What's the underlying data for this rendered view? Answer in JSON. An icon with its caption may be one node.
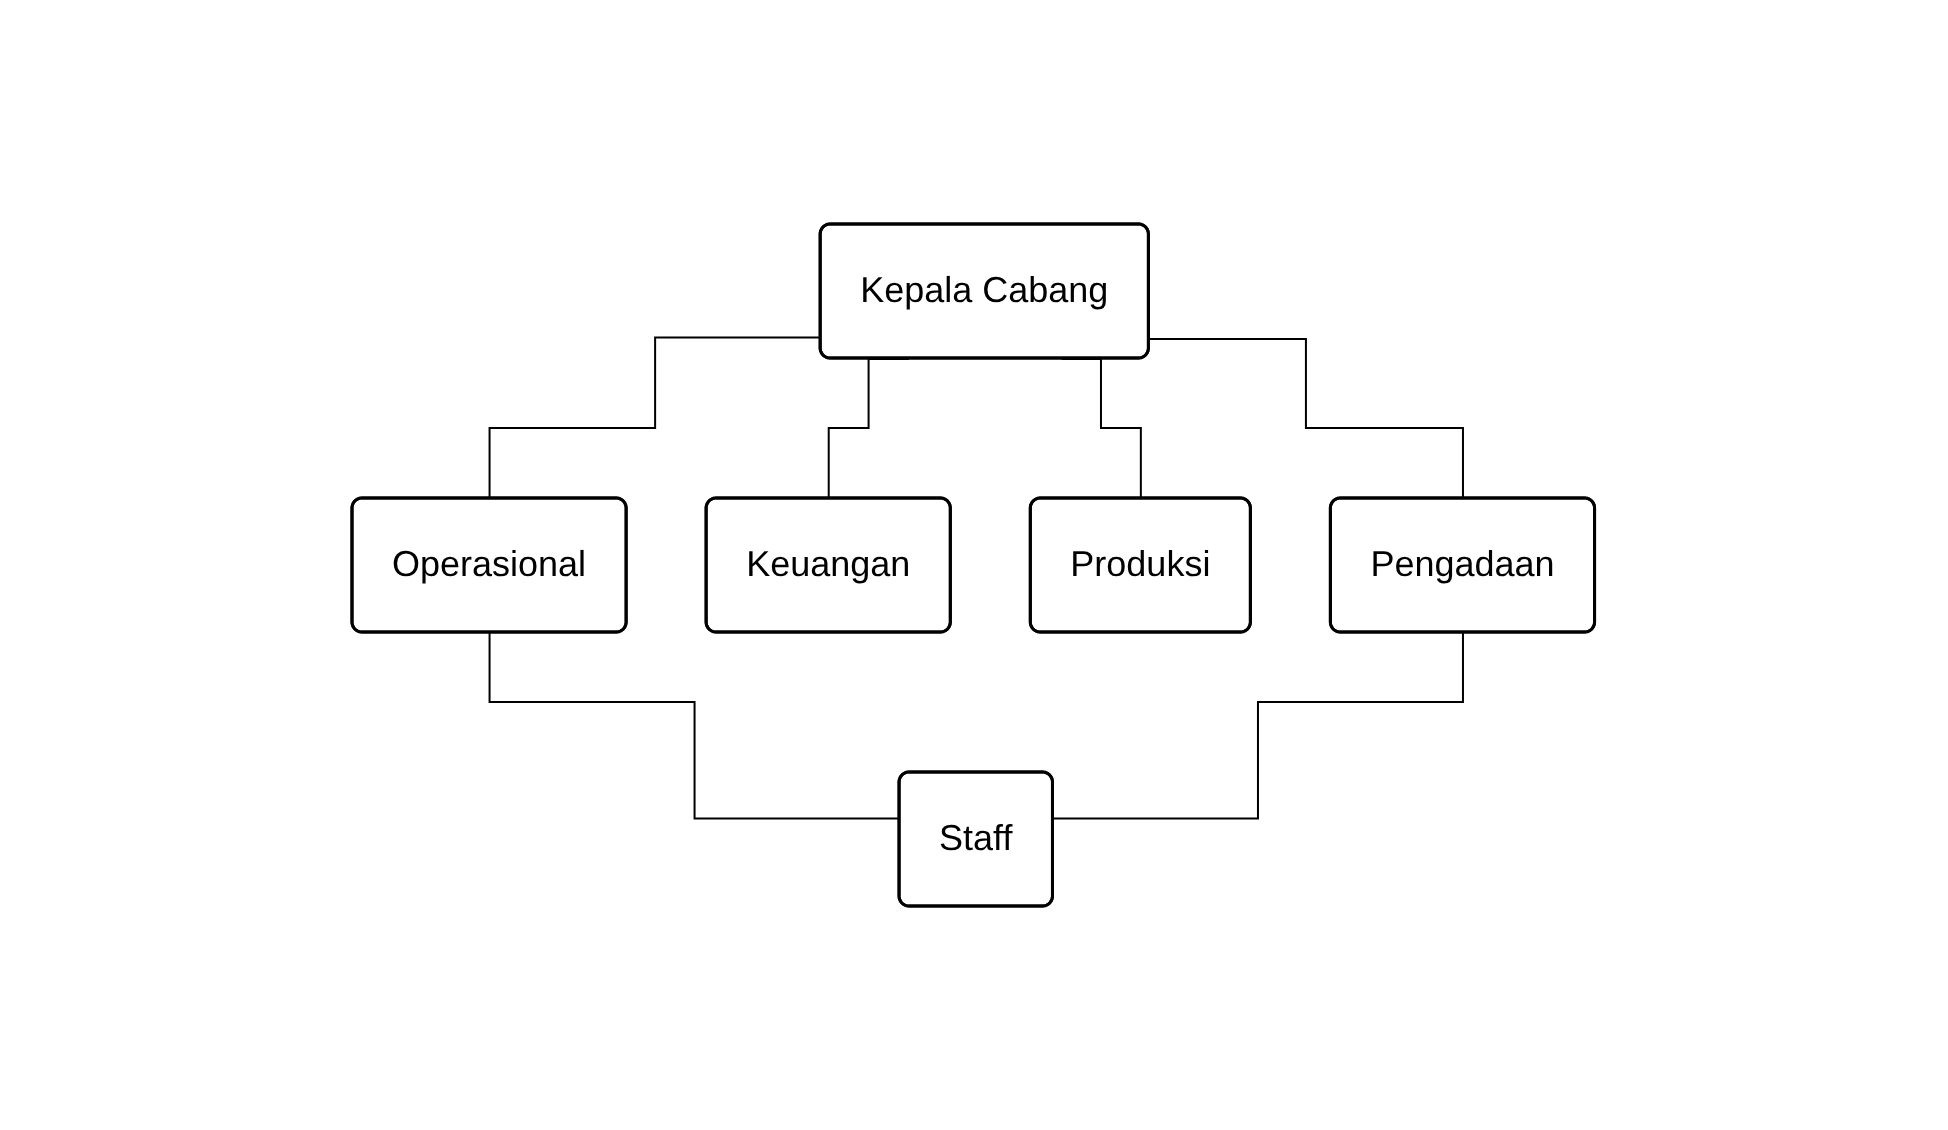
{
  "diagram": {
    "nodes": [
      {
        "text": [
          "Kepala Cabang"
        ]
      },
      {
        "text": [
          "Operasional"
        ]
      },
      {
        "text": [
          "Keuangan"
        ]
      },
      {
        "text": [
          "Produksi"
        ]
      },
      {
        "text": [
          "Pengadaan"
        ]
      },
      {
        "text": [
          "Staff"
        ]
      }
    ],
    "edges": [
      {
        "from": 0,
        "to": 1,
        "arrow": "none"
      },
      {
        "from": 0,
        "to": 2,
        "arrow": "none"
      },
      {
        "from": 0,
        "to": 3,
        "arrow": "none"
      },
      {
        "from": 0,
        "to": 4,
        "arrow": "none"
      },
      {
        "from": 1,
        "to": 5,
        "arrow": "none"
      },
      {
        "from": 4,
        "to": 5,
        "arrow": "none"
      }
    ]
  }
}
